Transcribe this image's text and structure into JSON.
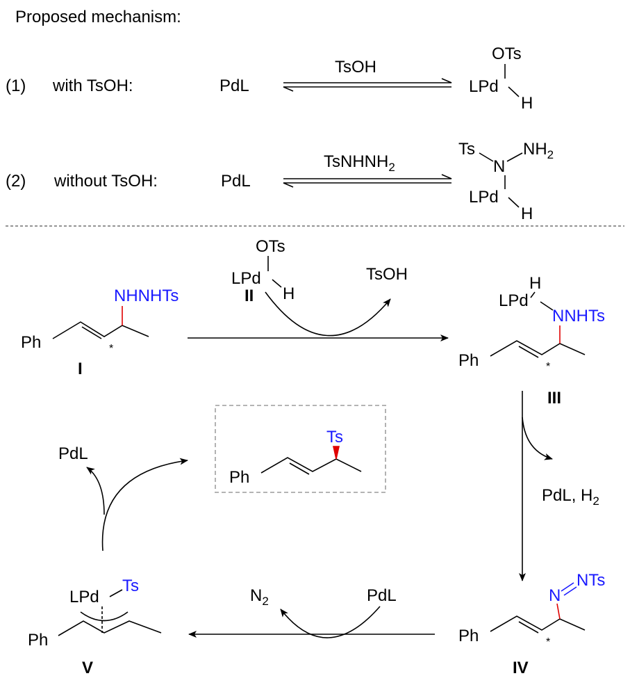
{
  "title": "Proposed mechanism:",
  "eq1": {
    "index": "(1)",
    "condition": "with TsOH:",
    "reactant": "PdL",
    "reagent": "TsOH",
    "product": {
      "top": "OTs",
      "metal": "LPd",
      "h": "H"
    }
  },
  "eq2": {
    "index": "(2)",
    "condition": "without TsOH:",
    "reactant": "PdL",
    "reagent": "TsNHNH",
    "reagent_sub": "2",
    "product": {
      "ts": "Ts",
      "n": "N",
      "nh": "NH",
      "nh_sub": "2",
      "metal": "LPd",
      "h": "H"
    }
  },
  "cycle": {
    "I": {
      "group": "NHNHTs",
      "ph": "Ph",
      "star": "*",
      "label": "I"
    },
    "II": {
      "top": "OTs",
      "metal": "LPd",
      "h": "H",
      "label": "II"
    },
    "byproduct_1": "TsOH",
    "III": {
      "h": "H",
      "metal": "LPd",
      "group": "NNHTs",
      "ph": "Ph",
      "star": "*",
      "label": "III"
    },
    "byproduct_2": "PdL, H",
    "byproduct_2_sub": "2",
    "IV": {
      "n1": "N",
      "n2": "NTs",
      "ph": "Ph",
      "star": "*",
      "label": "IV"
    },
    "n2": "N",
    "n2_sub": "2",
    "pdl_in": "PdL",
    "V": {
      "metal": "LPd",
      "ts": "Ts",
      "ph": "Ph",
      "label": "V"
    },
    "pdl_out": "PdL",
    "product": {
      "ts": "Ts",
      "ph": "Ph"
    }
  },
  "colors": {
    "highlight": "#1a1aff",
    "bond": "#e00000",
    "box": "#aaaaaa"
  }
}
